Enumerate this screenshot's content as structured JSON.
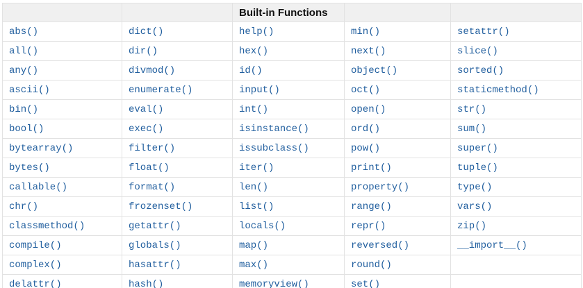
{
  "table": {
    "title": "Built-in Functions",
    "rows": [
      [
        "abs()",
        "dict()",
        "help()",
        "min()",
        "setattr()"
      ],
      [
        "all()",
        "dir()",
        "hex()",
        "next()",
        "slice()"
      ],
      [
        "any()",
        "divmod()",
        "id()",
        "object()",
        "sorted()"
      ],
      [
        "ascii()",
        "enumerate()",
        "input()",
        "oct()",
        "staticmethod()"
      ],
      [
        "bin()",
        "eval()",
        "int()",
        "open()",
        "str()"
      ],
      [
        "bool()",
        "exec()",
        "isinstance()",
        "ord()",
        "sum()"
      ],
      [
        "bytearray()",
        "filter()",
        "issubclass()",
        "pow()",
        "super()"
      ],
      [
        "bytes()",
        "float()",
        "iter()",
        "print()",
        "tuple()"
      ],
      [
        "callable()",
        "format()",
        "len()",
        "property()",
        "type()"
      ],
      [
        "chr()",
        "frozenset()",
        "list()",
        "range()",
        "vars()"
      ],
      [
        "classmethod()",
        "getattr()",
        "locals()",
        "repr()",
        "zip()"
      ],
      [
        "compile()",
        "globals()",
        "map()",
        "reversed()",
        "__import__()"
      ],
      [
        "complex()",
        "hasattr()",
        "max()",
        "round()",
        ""
      ],
      [
        "delattr()",
        "hash()",
        "memoryview()",
        "set()",
        ""
      ]
    ]
  },
  "colors": {
    "link_blue": "#205e9e",
    "header_bg": "#f0f0f0",
    "header_text": "#111111",
    "border": "#e2e2e2"
  }
}
